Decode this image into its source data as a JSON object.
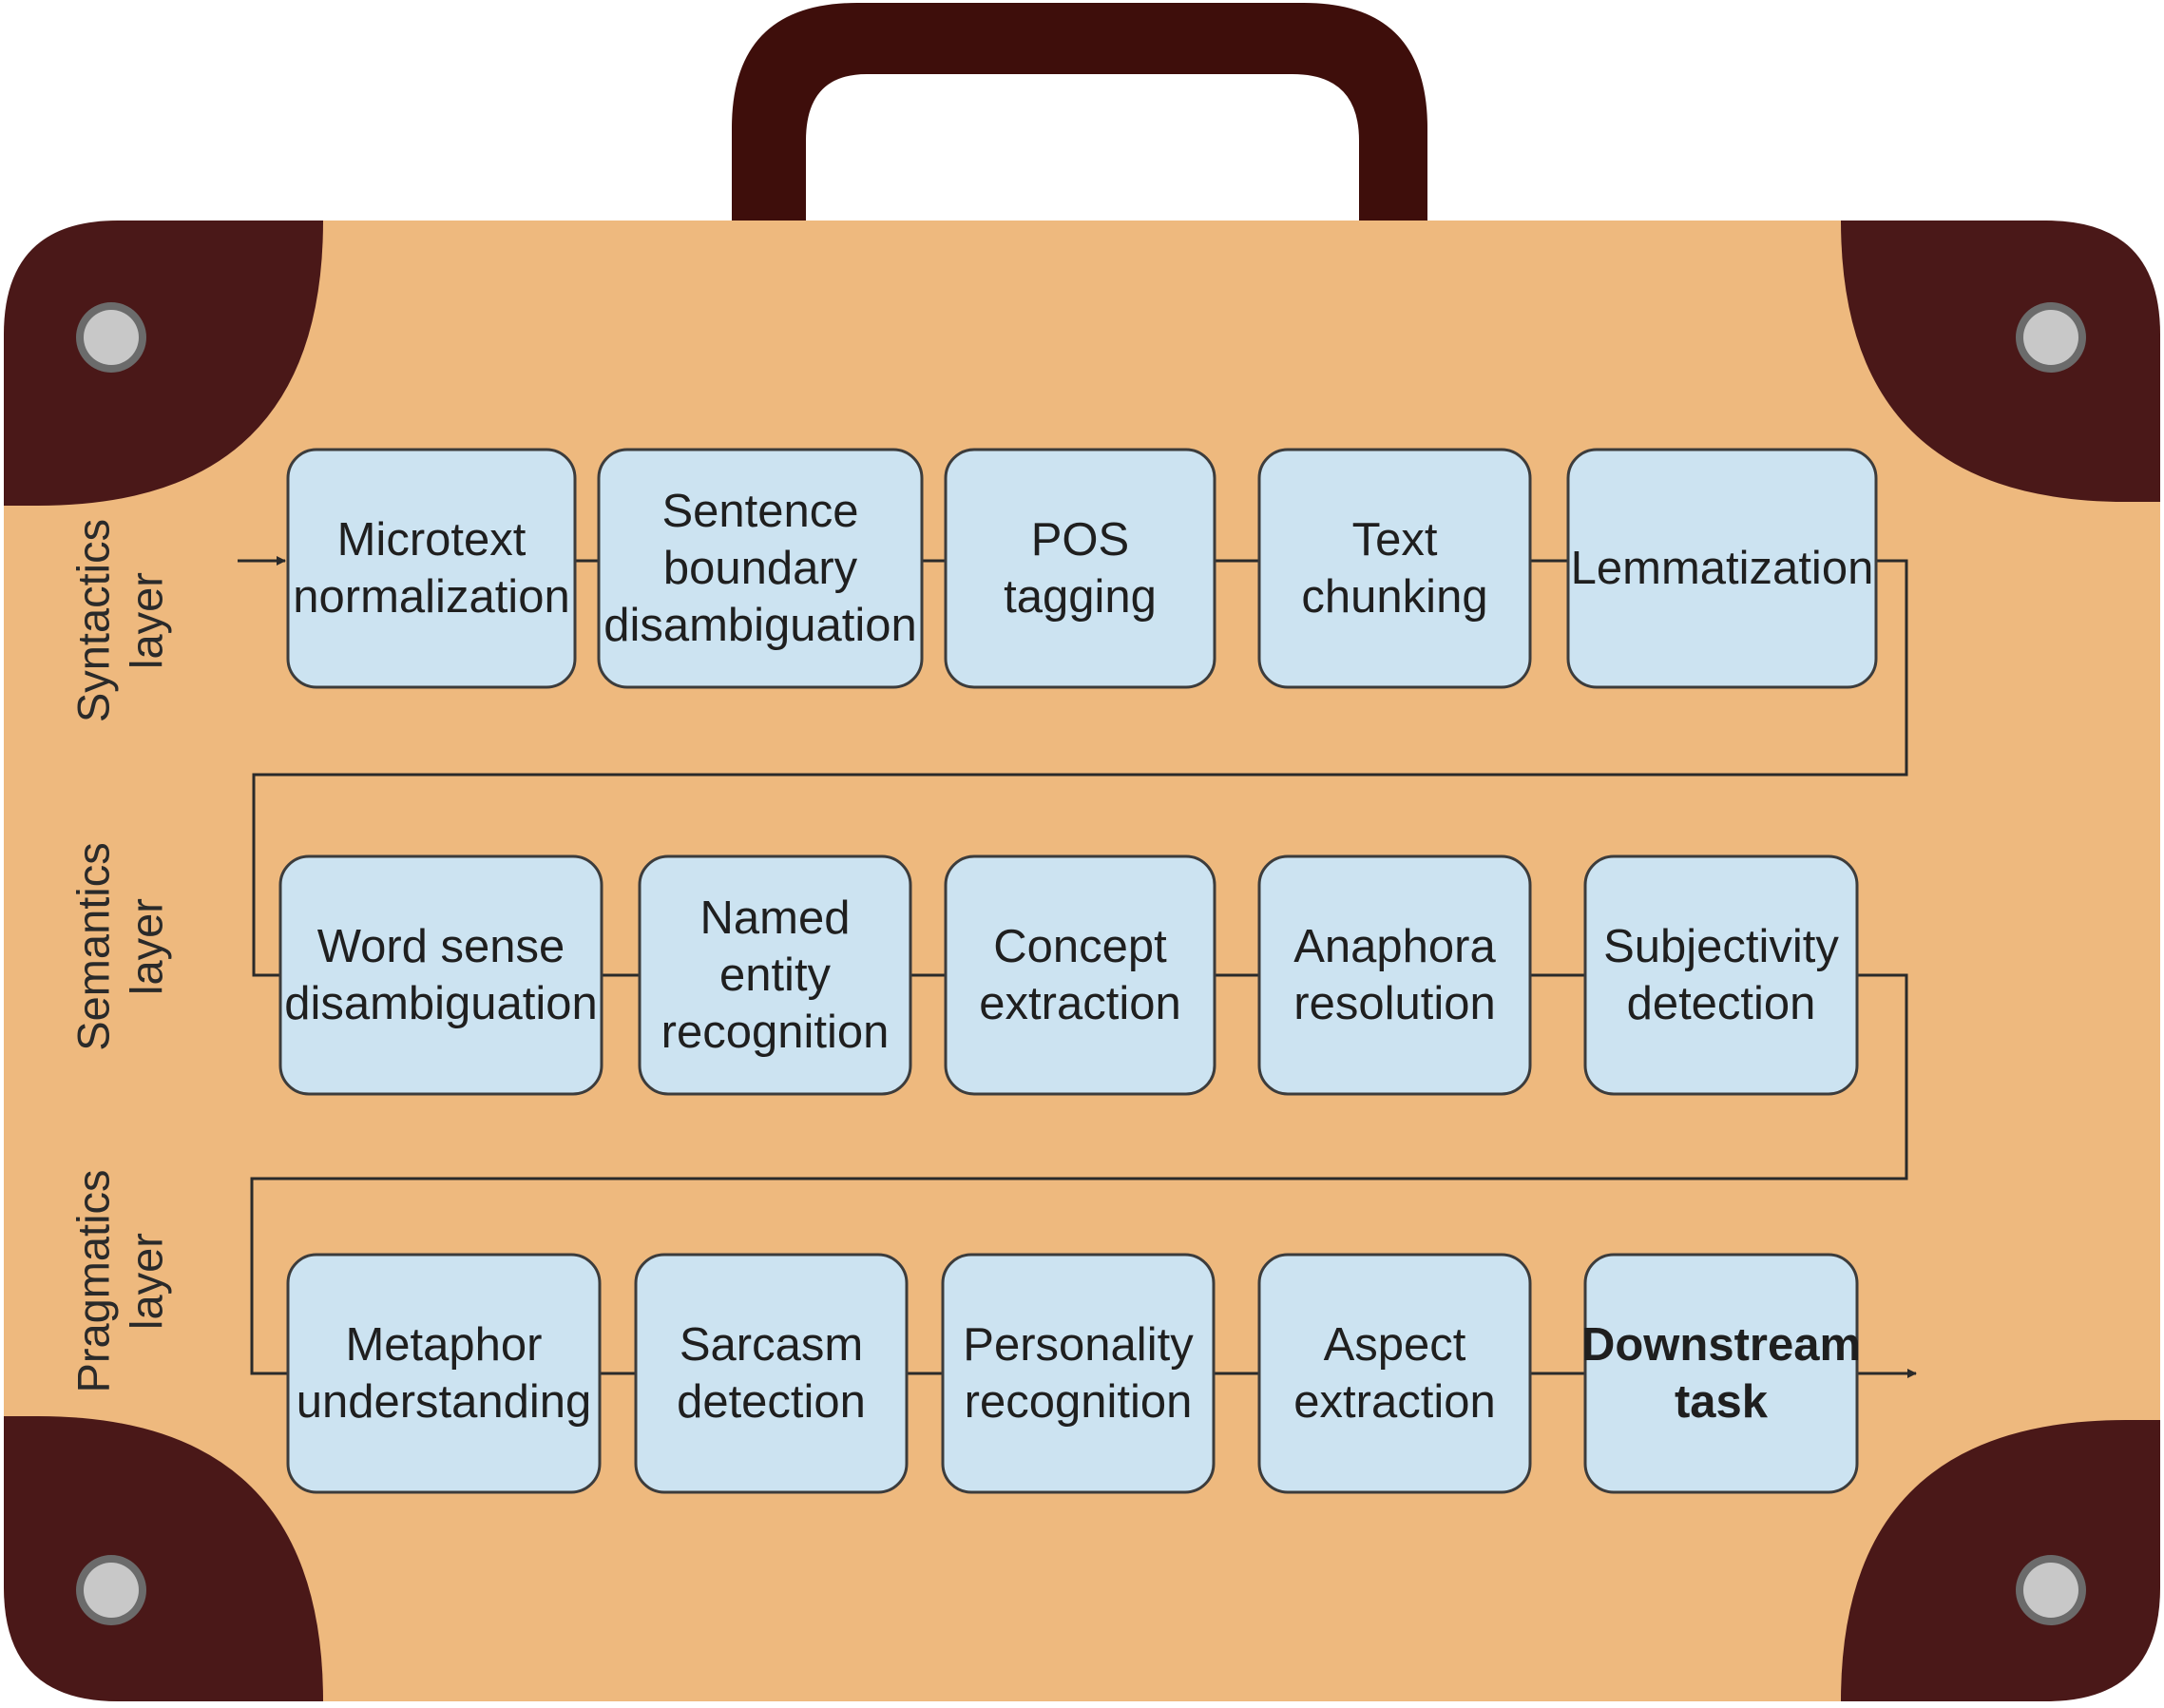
{
  "colors": {
    "case_body": "#EEB97E",
    "case_dark": "#4A1818",
    "handle": "#3E0E0B",
    "rivet": "#C8C8C8",
    "box_fill": "#CCE3F1",
    "box_stroke": "#3C3C3C",
    "connector": "#2A2A2A"
  },
  "layers": [
    {
      "id": "syntactics",
      "label_line1": "Syntactics",
      "label_line2": "layer"
    },
    {
      "id": "semantics",
      "label_line1": "Semantics",
      "label_line2": "layer"
    },
    {
      "id": "pragmatics",
      "label_line1": "Pragmatics",
      "label_line2": "layer"
    }
  ],
  "rows": [
    {
      "layer": "syntactics",
      "steps": [
        {
          "lines": [
            "Microtext",
            "normalization"
          ]
        },
        {
          "lines": [
            "Sentence",
            "boundary",
            "disambiguation"
          ]
        },
        {
          "lines": [
            "POS",
            "tagging"
          ]
        },
        {
          "lines": [
            "Text",
            "chunking"
          ]
        },
        {
          "lines": [
            "Lemmatization"
          ]
        }
      ]
    },
    {
      "layer": "semantics",
      "steps": [
        {
          "lines": [
            "Word sense",
            "disambiguation"
          ]
        },
        {
          "lines": [
            "Named",
            "entity",
            "recognition"
          ]
        },
        {
          "lines": [
            "Concept",
            "extraction"
          ]
        },
        {
          "lines": [
            "Anaphora",
            "resolution"
          ]
        },
        {
          "lines": [
            "Subjectivity",
            "detection"
          ]
        }
      ]
    },
    {
      "layer": "pragmatics",
      "steps": [
        {
          "lines": [
            "Metaphor",
            "understanding"
          ]
        },
        {
          "lines": [
            "Sarcasm",
            "detection"
          ]
        },
        {
          "lines": [
            "Personality",
            "recognition"
          ]
        },
        {
          "lines": [
            "Aspect",
            "extraction"
          ]
        },
        {
          "lines": [
            "Downstream",
            "task"
          ],
          "bold": true
        }
      ]
    }
  ]
}
